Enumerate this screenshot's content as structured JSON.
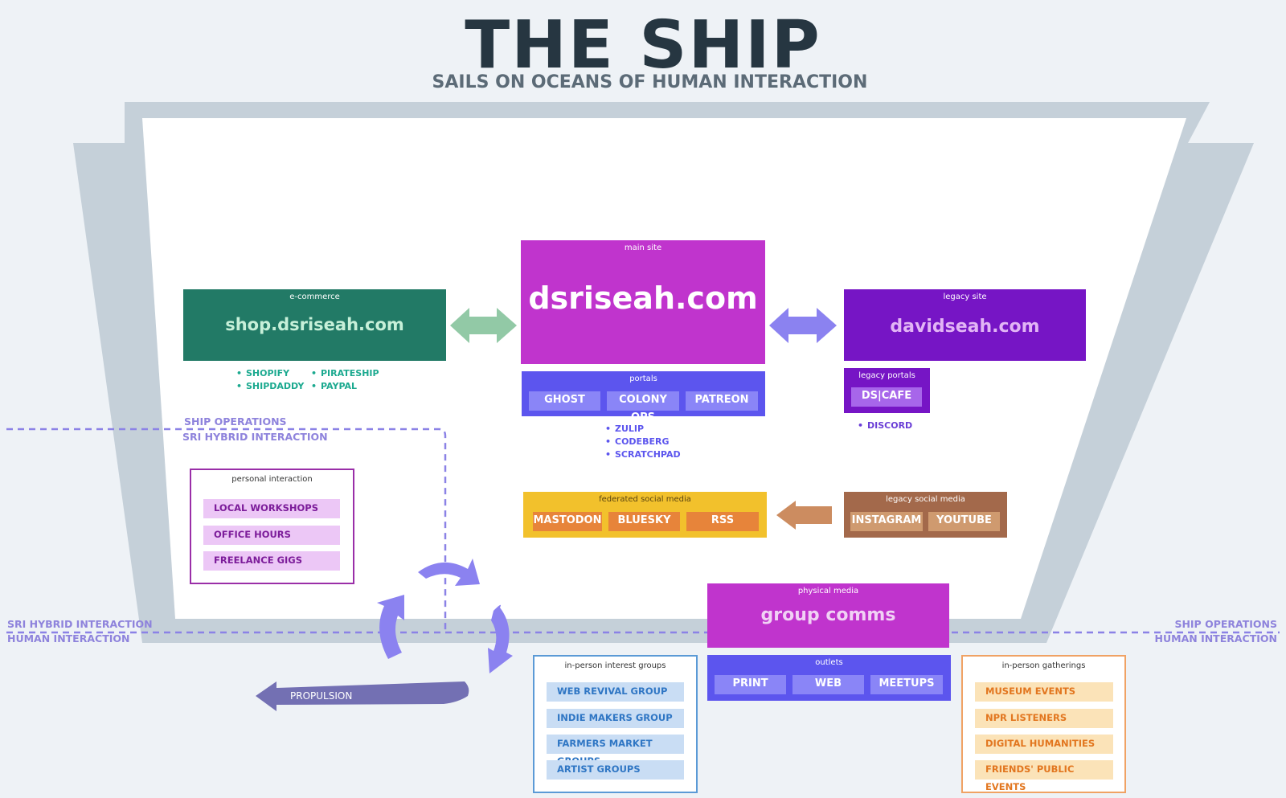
{
  "header": {
    "title": "THE SHIP",
    "subtitle": "SAILS ON OCEANS OF HUMAN INTERACTION"
  },
  "colors": {
    "hull": "#c5d0d9",
    "ecommerce": "#227a66",
    "main": "#c034cd",
    "legacy": "#7615c5",
    "portals": "#5c55ee",
    "federated": "#f2c12c",
    "legacy_social": "#a3694b",
    "dashed": "#8b82e6",
    "propulsion": "#7370b3"
  },
  "ecommerce": {
    "caption": "e-commerce",
    "title": "shop.dsriseah.com",
    "bullets_left": [
      "SHOPIFY",
      "SHIPDADDY"
    ],
    "bullets_right": [
      "PIRATESHIP",
      "PAYPAL"
    ]
  },
  "main_site": {
    "caption": "main site",
    "title": "dsriseah.com"
  },
  "legacy_site": {
    "caption": "legacy site",
    "title": "davidseah.com"
  },
  "portals": {
    "caption": "portals",
    "items": [
      "GHOST",
      "COLONY OPS",
      "PATREON"
    ],
    "bullets": [
      "ZULIP",
      "CODEBERG",
      "SCRATCHPAD"
    ]
  },
  "legacy_portals": {
    "caption": "legacy portals",
    "items": [
      "DS|CAFE"
    ],
    "bullets": [
      "DISCORD"
    ]
  },
  "federated": {
    "caption": "federated social media",
    "items": [
      "MASTODON",
      "BLUESKY",
      "RSS"
    ]
  },
  "legacy_social": {
    "caption": "legacy social media",
    "items": [
      "INSTAGRAM",
      "YOUTUBE"
    ]
  },
  "personal": {
    "caption": "personal interaction",
    "items": [
      "LOCAL WORKSHOPS",
      "OFFICE HOURS",
      "FREELANCE GIGS"
    ]
  },
  "physical": {
    "caption": "physical media",
    "title": "group comms"
  },
  "outlets": {
    "caption": "outlets",
    "items": [
      "PRINT",
      "WEB",
      "MEETUPS"
    ]
  },
  "interest_groups": {
    "caption": "in-person interest groups",
    "items": [
      "WEB REVIVAL GROUP",
      "INDIE MAKERS GROUP",
      "FARMERS MARKET GROUPS",
      "ARTIST GROUPS"
    ]
  },
  "gatherings": {
    "caption": "in-person gatherings",
    "items": [
      "MUSEUM EVENTS",
      "NPR LISTENERS",
      "DIGITAL HUMANITIES",
      "FRIENDS' PUBLIC EVENTS"
    ]
  },
  "zones": {
    "ops_top": "SHIP OPERATIONS",
    "sri_top": "SRI HYBRID INTERACTION",
    "left_sri": "SRI  HYBRID INTERACTION",
    "left_human": "HUMAN INTERACTION",
    "right_ops": "SHIP OPERATIONS",
    "right_human": "HUMAN INTERACTION"
  },
  "propulsion": {
    "label": "PROPULSION"
  }
}
